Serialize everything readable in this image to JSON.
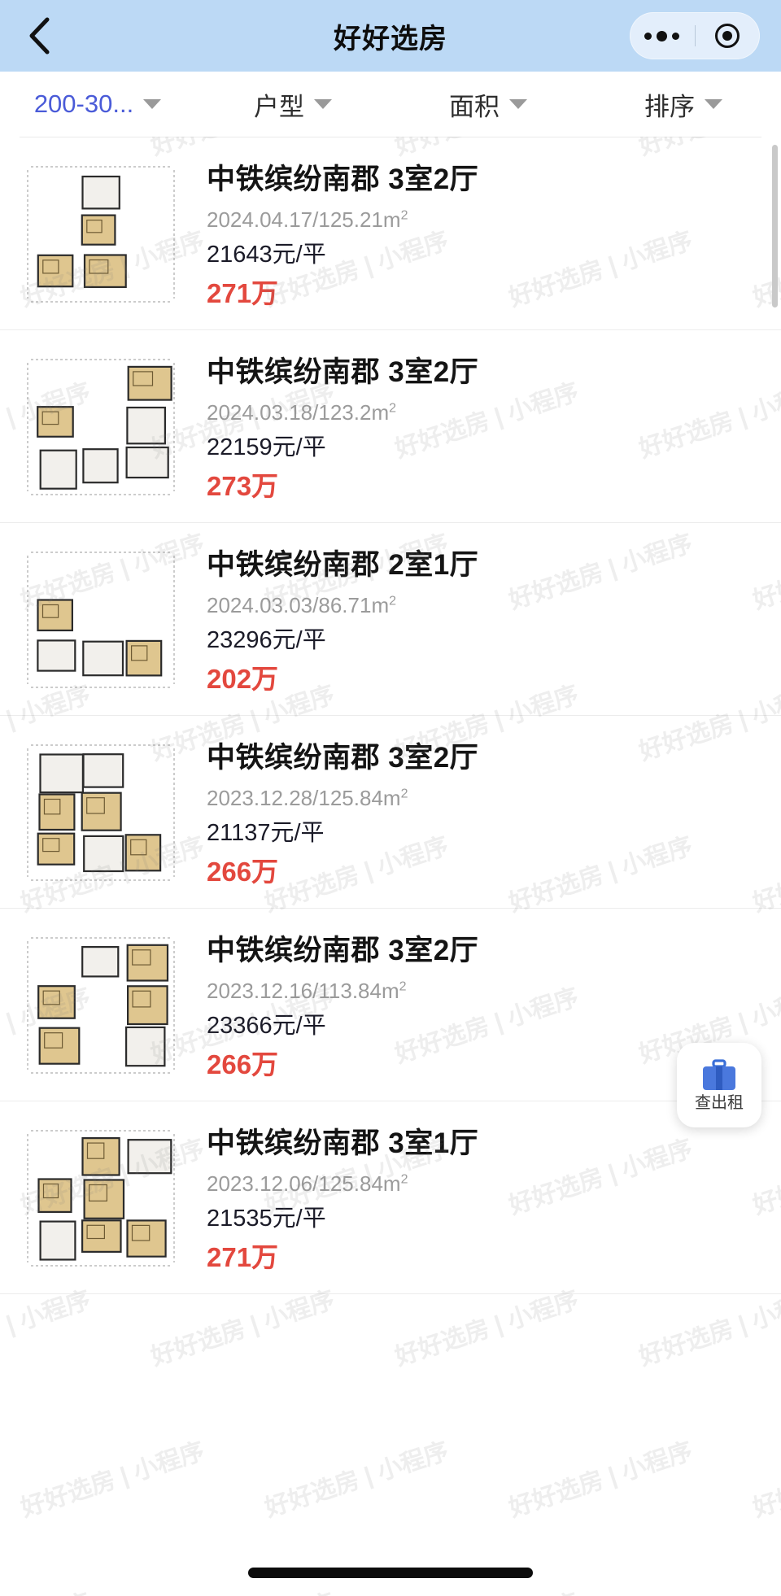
{
  "header": {
    "title": "好好选房",
    "back_icon": "chevron-left-icon",
    "menu_icon": "more-dots-icon",
    "close_icon": "target-circle-icon",
    "bg_color": "#bcd9f5"
  },
  "filters": [
    {
      "label": "200-30...",
      "active": true,
      "icon": "chevron-down-icon"
    },
    {
      "label": "户型",
      "active": false,
      "icon": "chevron-down-icon"
    },
    {
      "label": "面积",
      "active": false,
      "icon": "chevron-down-icon"
    },
    {
      "label": "排序",
      "active": false,
      "icon": "chevron-down-icon"
    }
  ],
  "listings": [
    {
      "title": "中铁缤纷南郡 3室2厅",
      "date": "2024.04.17",
      "area": "125.21",
      "unit_price": "21643元/平",
      "total_price": "271万"
    },
    {
      "title": "中铁缤纷南郡 3室2厅",
      "date": "2024.03.18",
      "area": "123.2",
      "unit_price": "22159元/平",
      "total_price": "273万"
    },
    {
      "title": "中铁缤纷南郡 2室1厅",
      "date": "2024.03.03",
      "area": "86.71",
      "unit_price": "23296元/平",
      "total_price": "202万"
    },
    {
      "title": "中铁缤纷南郡 3室2厅",
      "date": "2023.12.28",
      "area": "125.84",
      "unit_price": "21137元/平",
      "total_price": "266万"
    },
    {
      "title": "中铁缤纷南郡 3室2厅",
      "date": "2023.12.16",
      "area": "113.84",
      "unit_price": "23366元/平",
      "total_price": "266万"
    },
    {
      "title": "中铁缤纷南郡 3室1厅",
      "date": "2023.12.06",
      "area": "125.84",
      "unit_price": "21535元/平",
      "total_price": "271万"
    }
  ],
  "fab": {
    "label": "查出租",
    "icon": "briefcase-icon",
    "color": "#3a6fd8"
  },
  "watermark": {
    "text": "好好选房 | 小程序"
  },
  "colors": {
    "accent_red": "#e3483e",
    "filter_active": "#4a5bd8",
    "header_bg": "#bcd9f5"
  }
}
